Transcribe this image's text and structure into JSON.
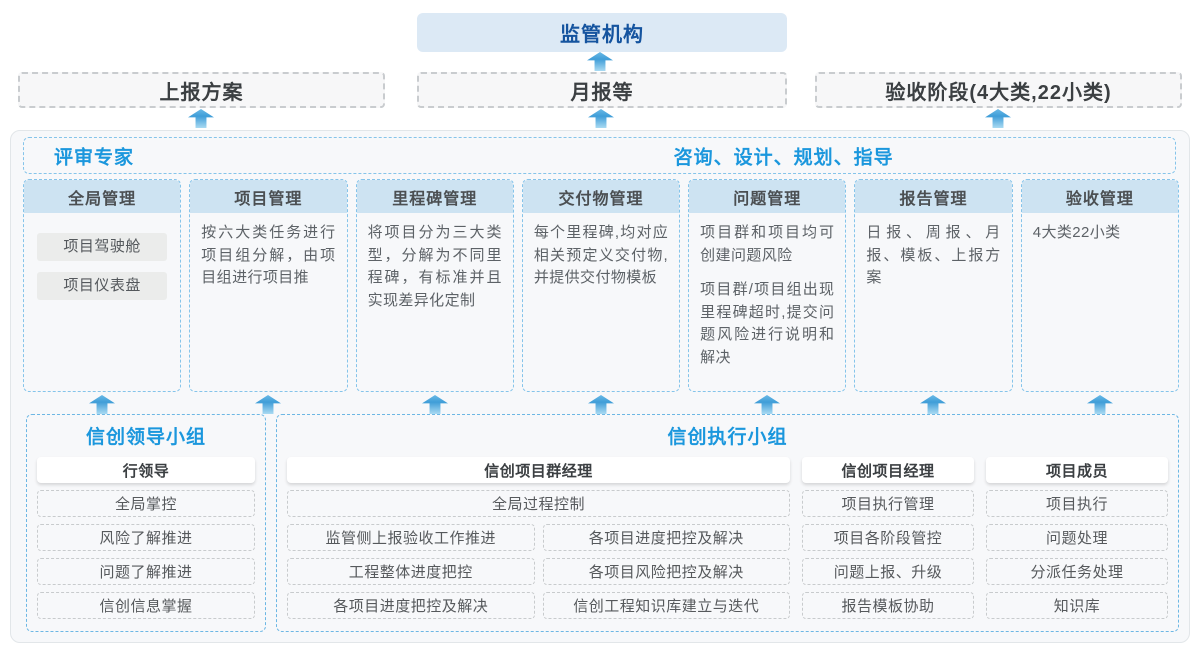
{
  "colors": {
    "accent_blue": "#1b97dd",
    "dark_blue": "#15549f",
    "header_fill": "#cde3f2",
    "arrow_blue": "#3f9dd8"
  },
  "regulator": {
    "label": "监管机构"
  },
  "report_row": {
    "items": [
      {
        "label": "上报方案"
      },
      {
        "label": "月报等"
      },
      {
        "label": "验收阶段(4大类,22小类)"
      }
    ]
  },
  "platform": {
    "expert_label": "评审专家",
    "advisory_label": "咨询、设计、规划、指导",
    "columns": [
      {
        "title": "全局管理",
        "items": [
          "项目驾驶舱",
          "项目仪表盘"
        ],
        "paragraphs": []
      },
      {
        "title": "项目管理",
        "items": [],
        "paragraphs": [
          "按六大类任务进行项目组分解，由项目组进行项目推"
        ]
      },
      {
        "title": "里程碑管理",
        "items": [],
        "paragraphs": [
          "将项目分为三大类型，分解为不同里程碑，有标准并且实现差异化定制"
        ]
      },
      {
        "title": "交付物管理",
        "items": [],
        "paragraphs": [
          "每个里程碑,均对应相关预定义交付物,并提供交付物模板"
        ]
      },
      {
        "title": "问题管理",
        "items": [],
        "paragraphs": [
          "项目群和项目均可创建问题风险",
          "项目群/项目组出现里程碑超时,提交问题风险进行说明和解决"
        ]
      },
      {
        "title": "报告管理",
        "items": [],
        "paragraphs": [
          "日报、周报、月报、模板、上报方案"
        ]
      },
      {
        "title": "验收管理",
        "items": [],
        "paragraphs": [
          "4大类22小类"
        ]
      }
    ]
  },
  "bottom": {
    "leader_group": {
      "title": "信创领导小组",
      "role": "行领导",
      "items": [
        "全局掌控",
        "风险了解推进",
        "问题了解推进",
        "信创信息掌握"
      ]
    },
    "exec_group": {
      "title": "信创执行小组",
      "program_manager": {
        "role": "信创项目群经理",
        "full_item": "全局过程控制",
        "left_items": [
          "监管侧上报验收工作推进",
          "工程整体进度把控",
          "各项目进度把控及解决"
        ],
        "right_items": [
          "各项目进度把控及解决",
          "各项目风险把控及解决",
          "信创工程知识库建立与迭代"
        ]
      },
      "project_manager": {
        "role": "信创项目经理",
        "items": [
          "项目执行管理",
          "项目各阶段管控",
          "问题上报、升级",
          "报告模板协助"
        ]
      },
      "member": {
        "role": "项目成员",
        "items": [
          "项目执行",
          "问题处理",
          "分派任务处理",
          "知识库"
        ]
      }
    }
  }
}
